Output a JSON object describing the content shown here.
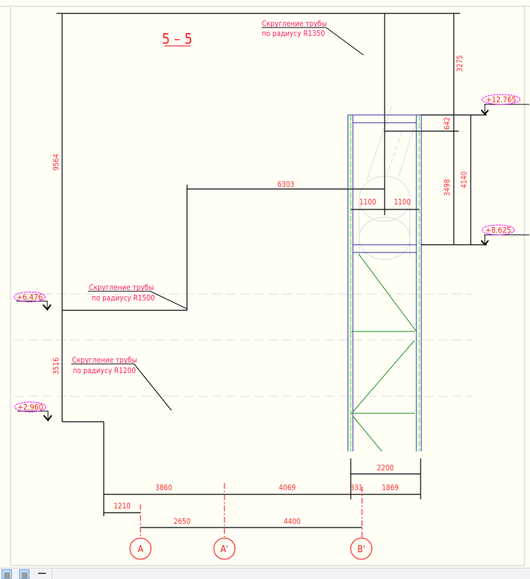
{
  "drawing": {
    "title": "5 – 5",
    "notes": [
      {
        "line1": "Скругление трубы",
        "line2": "по радиусу R1350"
      },
      {
        "line1": "Скругление трубы",
        "line2": "по радиусу R1500"
      },
      {
        "line1": "Скругление трубы",
        "line2": "по радиусу R1200"
      }
    ],
    "levels": [
      "+12.765",
      "+8.625",
      "+6.476",
      "+2.960"
    ],
    "dimensions": {
      "d3275": "3275",
      "d642": "642",
      "d3498": "3498",
      "d4140": "4140",
      "d9564": "9564",
      "d3516": "3516",
      "d6303": "6303",
      "d1100a": "1100",
      "d1100b": "1100",
      "d2200": "2200",
      "d3860": "3860",
      "d4069": "4069",
      "d331": "331",
      "d1869": "1869",
      "d1210": "1210",
      "d2650": "2650",
      "d4400": "4400"
    },
    "axes": [
      "A",
      "A'",
      "B'"
    ]
  },
  "toolbar": {
    "buttons": [
      {
        "icon": "select-object-icon",
        "active": true
      },
      {
        "icon": "select-frame-icon",
        "active": true
      },
      {
        "icon": "dimension-tool-icon",
        "active": false
      }
    ]
  },
  "colors": {
    "background": "#fffff6",
    "dimension_text": "#ff3030",
    "level_cloud": "#ff00ff",
    "structure": "#2a2a9a",
    "bracing": "#1a8a1a",
    "axis": "#ff0000"
  }
}
